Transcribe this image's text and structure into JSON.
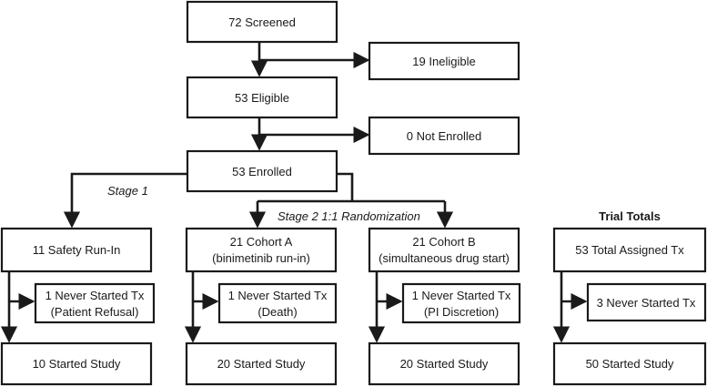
{
  "nodes": {
    "screened": "72 Screened",
    "ineligible": "19 Ineligible",
    "eligible": "53 Eligible",
    "not_enrolled": "0 Not Enrolled",
    "enrolled": "53 Enrolled",
    "safety_run_in": "11 Safety Run-In",
    "cohort_a_line1": "21 Cohort A",
    "cohort_a_line2": "(binimetinib run-in)",
    "cohort_b_line1": "21 Cohort B",
    "cohort_b_line2": "(simultaneous drug start)",
    "total_assigned": "53 Total Assigned Tx",
    "safety_never_line1": "1 Never Started Tx",
    "safety_never_line2": "(Patient Refusal)",
    "cohort_a_never_line1": "1 Never Started Tx",
    "cohort_a_never_line2": "(Death)",
    "cohort_b_never_line1": "1 Never Started Tx",
    "cohort_b_never_line2": "(PI Discretion)",
    "total_never": "3 Never Started Tx",
    "safety_started": "10 Started Study",
    "cohort_a_started": "20 Started Study",
    "cohort_b_started": "20 Started Study",
    "total_started": "50 Started Study"
  },
  "labels": {
    "stage1": "Stage 1",
    "stage2": "Stage 2 1:1 Randomization",
    "trial_totals": "Trial Totals"
  }
}
